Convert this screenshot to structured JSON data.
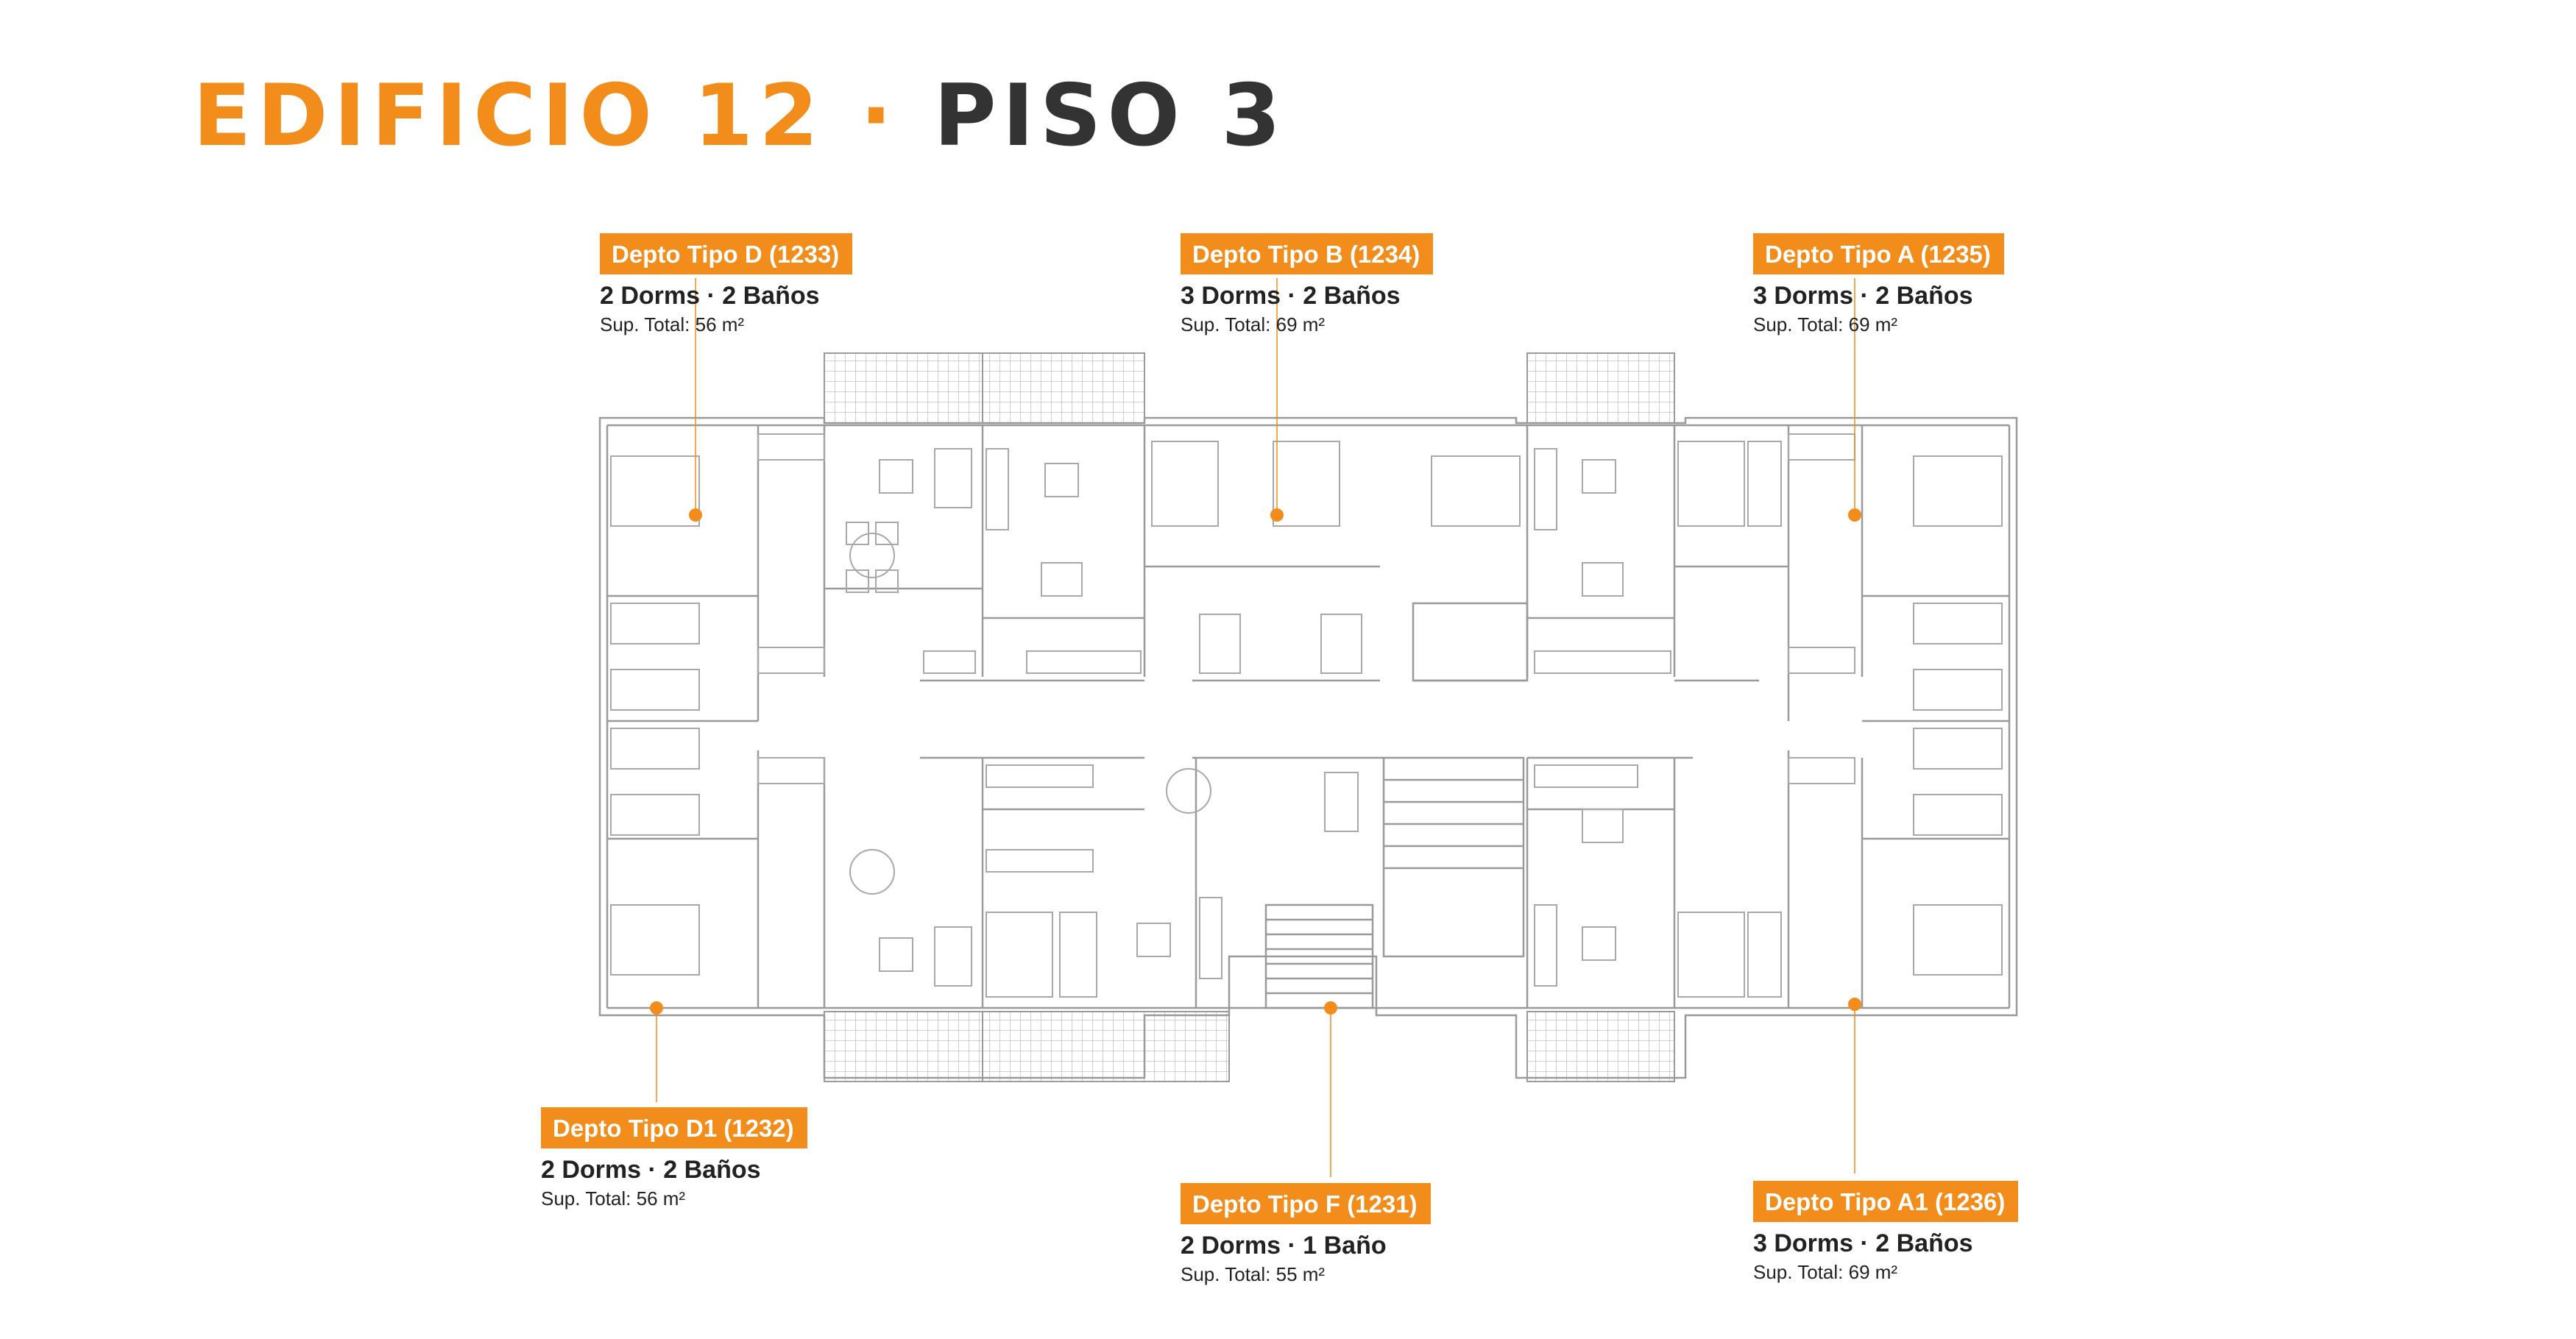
{
  "header": {
    "building": "EDIFICIO 12",
    "separator": "·",
    "floor": "PISO 3"
  },
  "colors": {
    "accent": "#F28C1A",
    "text_dark": "#333333",
    "plan_line": "#9a9a9a"
  },
  "units": {
    "d": {
      "tag": "Depto Tipo D (1233)",
      "rooms": "2 Dorms · 2 Baños",
      "area": "Sup. Total: 56 m²"
    },
    "b": {
      "tag": "Depto Tipo B (1234)",
      "rooms": "3 Dorms · 2 Baños",
      "area": "Sup. Total: 69 m²"
    },
    "a": {
      "tag": "Depto Tipo A (1235)",
      "rooms": "3 Dorms · 2 Baños",
      "area": "Sup. Total: 69 m²"
    },
    "d1": {
      "tag": "Depto Tipo D1 (1232)",
      "rooms": "2 Dorms · 2 Baños",
      "area": "Sup. Total: 56 m²"
    },
    "f": {
      "tag": "Depto Tipo F (1231)",
      "rooms": "2 Dorms · 1 Baño",
      "area": "Sup. Total: 55 m²"
    },
    "a1": {
      "tag": "Depto Tipo A1 (1236)",
      "rooms": "3 Dorms · 2 Baños",
      "area": "Sup. Total: 69 m²"
    }
  }
}
